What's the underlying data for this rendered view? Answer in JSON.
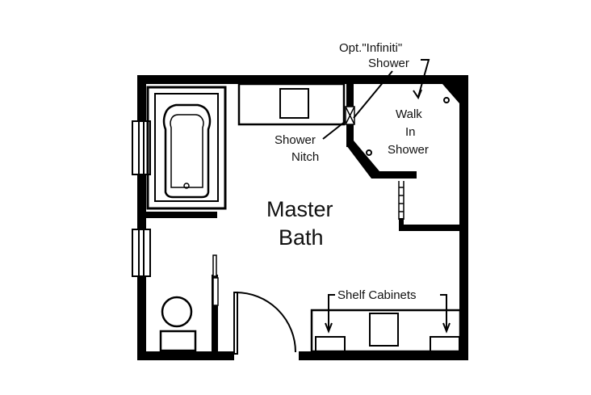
{
  "plan": {
    "room_name_line1": "Master",
    "room_name_line2": "Bath",
    "optional_shower_line1": "Opt.\"Infiniti\"",
    "optional_shower_line2": "Shower",
    "walk_in_shower_line1": "Walk",
    "walk_in_shower_line2": "In",
    "walk_in_shower_line3": "Shower",
    "shower_niche_line1": "Shower",
    "shower_niche_line2": "Nitch",
    "shelf_cabinets": "Shelf Cabinets"
  }
}
